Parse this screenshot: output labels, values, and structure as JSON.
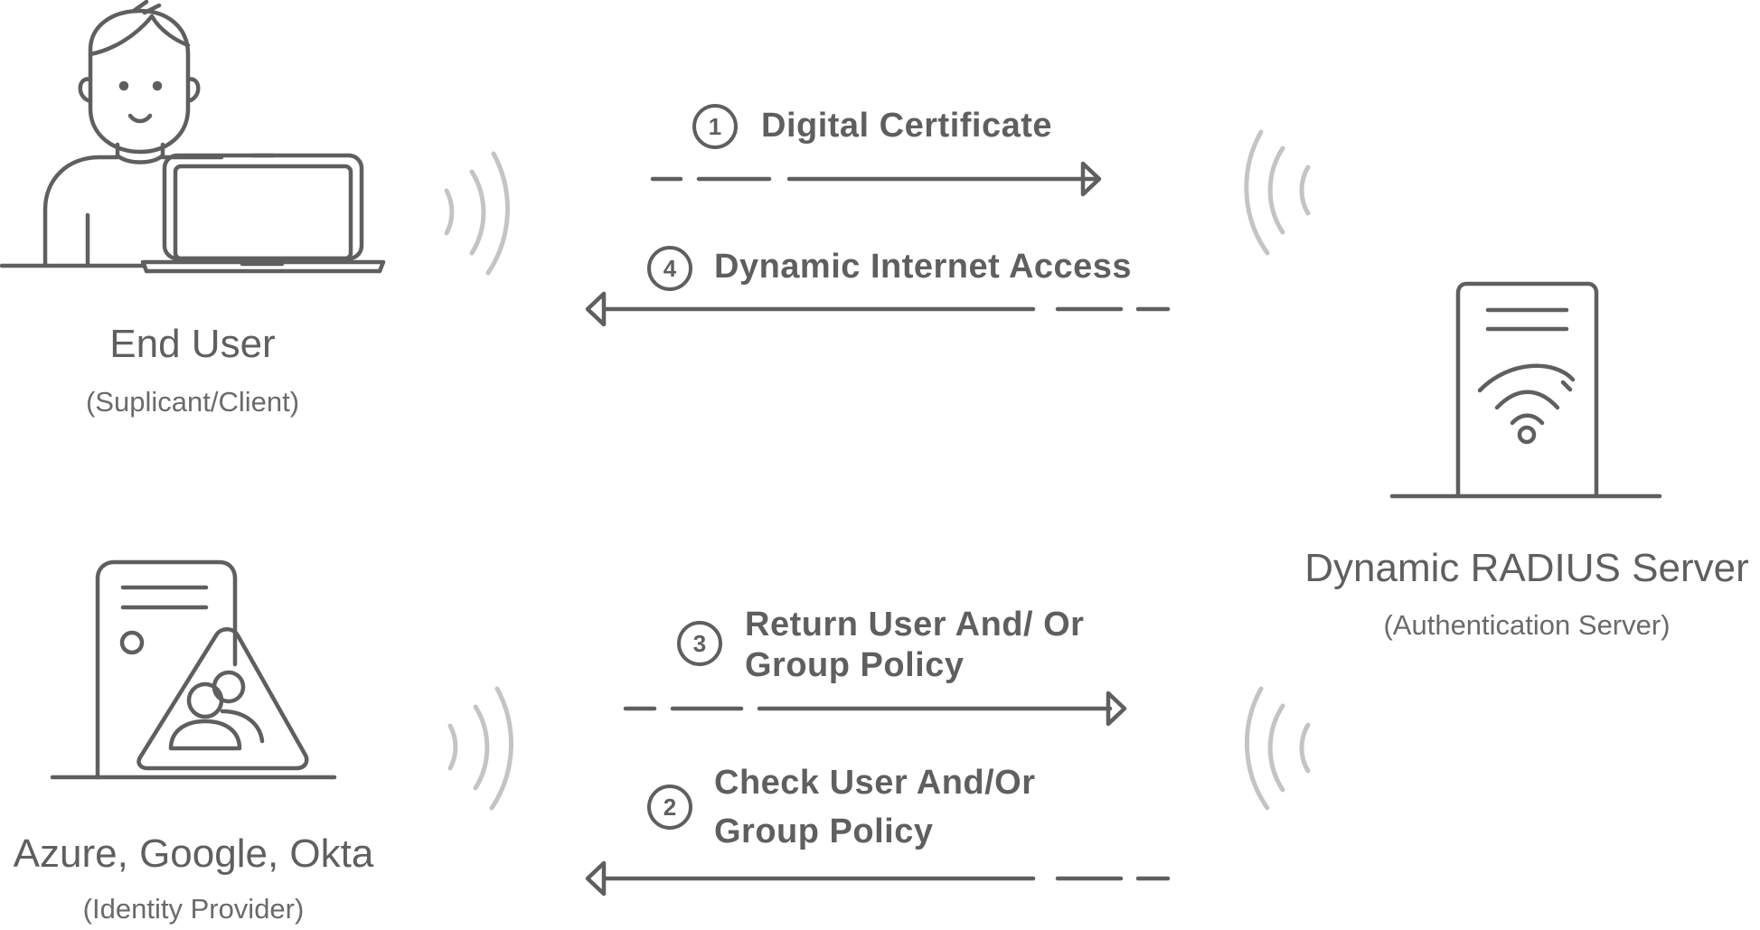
{
  "nodes": {
    "end_user": {
      "title": "End User",
      "subtitle": "(Suplicant/Client)"
    },
    "identity_provider": {
      "title": "Azure, Google, Okta",
      "subtitle": "(Identity Provider)"
    },
    "radius_server": {
      "title": "Dynamic RADIUS Server",
      "subtitle": "(Authentication Server)"
    }
  },
  "steps": [
    {
      "number": "1",
      "line1": "Digital Certificate"
    },
    {
      "number": "2",
      "line1": "Check User And/Or",
      "line2": "Group Policy"
    },
    {
      "number": "3",
      "line1": "Return User And/ Or",
      "line2": "Group Policy"
    },
    {
      "number": "4",
      "line1": "Dynamic Internet Access"
    }
  ],
  "icons": [
    "person-icon",
    "laptop-icon",
    "server-icon",
    "wifi-icon",
    "identity-server-icon",
    "users-icon",
    "signal-waves-icon"
  ],
  "colors": {
    "stroke": "#5f5f5f",
    "waves": "#c4c4c4",
    "background": "#ffffff"
  }
}
